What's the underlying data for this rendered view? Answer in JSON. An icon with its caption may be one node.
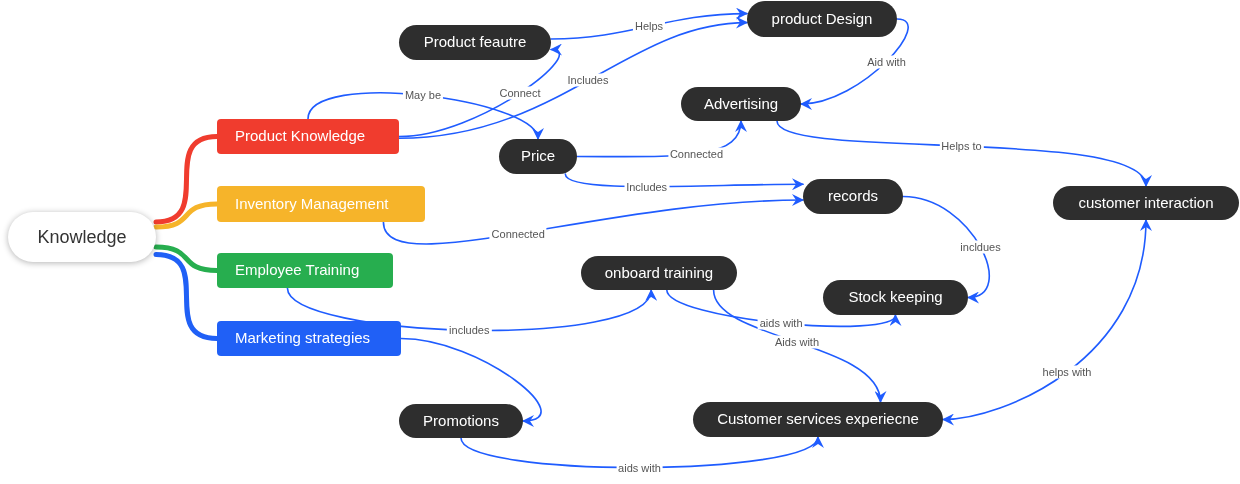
{
  "diagram": {
    "nodes": [
      {
        "text": [
          "Knowledge"
        ]
      },
      {
        "text": [
          "Product Knowledge"
        ]
      },
      {
        "text": [
          "Inventory Management"
        ]
      },
      {
        "text": [
          "Employee Training"
        ]
      },
      {
        "text": [
          "Marketing strategies"
        ]
      },
      {
        "text": [
          "Product feautre"
        ]
      },
      {
        "text": [
          "product Design"
        ]
      },
      {
        "text": [
          "Advertising"
        ]
      },
      {
        "text": [
          "Price"
        ]
      },
      {
        "text": [
          "records"
        ]
      },
      {
        "text": [
          "customer interaction"
        ]
      },
      {
        "text": [
          "onboard training"
        ]
      },
      {
        "text": [
          "Stock keeping"
        ]
      },
      {
        "text": [
          "Promotions"
        ]
      },
      {
        "text": [
          "Customer services experiecne"
        ]
      }
    ],
    "edges": [
      {
        "from": 0,
        "to": 1,
        "arrow": "none",
        "style": "thick",
        "color": "#f03c2e"
      },
      {
        "from": 0,
        "to": 2,
        "arrow": "none",
        "style": "thick",
        "color": "#f6b42a"
      },
      {
        "from": 0,
        "to": 3,
        "arrow": "none",
        "style": "thick",
        "color": "#27ae4f"
      },
      {
        "from": 0,
        "to": 4,
        "arrow": "none",
        "style": "thick",
        "color": "#2060f6"
      },
      {
        "from": 1,
        "to": 8,
        "arrow": "to",
        "label": "May be"
      },
      {
        "from": 1,
        "to": 5,
        "arrow": "to",
        "label": "Connect"
      },
      {
        "from": 1,
        "to": 6,
        "arrow": "to",
        "label": "Includes"
      },
      {
        "from": 5,
        "to": 6,
        "arrow": "to",
        "label": "Helps"
      },
      {
        "from": 6,
        "to": 7,
        "arrow": "to",
        "label": "Aid with"
      },
      {
        "from": 8,
        "to": 7,
        "arrow": "to",
        "label": "Connected"
      },
      {
        "from": 8,
        "to": 9,
        "arrow": "to",
        "label": "Includes"
      },
      {
        "from": 2,
        "to": 9,
        "arrow": "to",
        "label": "Connected"
      },
      {
        "from": 7,
        "to": 10,
        "arrow": "to",
        "label": "Helps to"
      },
      {
        "from": 9,
        "to": 12,
        "arrow": "to",
        "label": "incldues"
      },
      {
        "from": 3,
        "to": 11,
        "arrow": "to",
        "label": "includes"
      },
      {
        "from": 11,
        "to": 12,
        "arrow": "to",
        "label": "aids with"
      },
      {
        "from": 11,
        "to": 14,
        "arrow": "to",
        "label": "Aids with"
      },
      {
        "from": 14,
        "to": 10,
        "arrow": "both",
        "label": "helps with"
      },
      {
        "from": 4,
        "to": 13,
        "arrow": "to"
      },
      {
        "from": 13,
        "to": 14,
        "arrow": "to",
        "label": "aids with"
      }
    ]
  }
}
